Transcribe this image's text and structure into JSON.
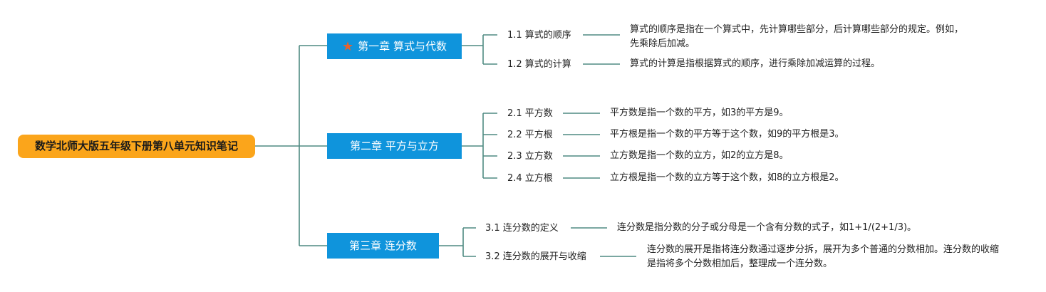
{
  "root": {
    "title": "数学北师大版五年级下册第八单元知识笔记"
  },
  "chapters": [
    {
      "title": "第一章 算式与代数",
      "icon": "star-icon",
      "topics": [
        {
          "label": "1.1 算式的顺序",
          "desc": "算式的顺序是指在一个算式中，先计算哪些部分，后计算哪些部分的规定。例如，先乘除后加减。"
        },
        {
          "label": "1.2 算式的计算",
          "desc": "算式的计算是指根据算式的顺序，进行乘除加减运算的过程。"
        }
      ]
    },
    {
      "title": "第二章 平方与立方",
      "topics": [
        {
          "label": "2.1 平方数",
          "desc": "平方数是指一个数的平方，如3的平方是9。"
        },
        {
          "label": "2.2 平方根",
          "desc": "平方根是指一个数的平方等于这个数，如9的平方根是3。"
        },
        {
          "label": "2.3 立方数",
          "desc": "立方数是指一个数的立方，如2的立方是8。"
        },
        {
          "label": "2.4 立方根",
          "desc": "立方根是指一个数的立方等于这个数，如8的立方根是2。"
        }
      ]
    },
    {
      "title": "第三章 连分数",
      "topics": [
        {
          "label": "3.1 连分数的定义",
          "desc": "连分数是指分数的分子或分母是一个含有分数的式子，如1+1/(2+1/3)。"
        },
        {
          "label": "3.2 连分数的展开与收缩",
          "desc": "连分数的展开是指将连分数通过逐步分拆，展开为多个普通的分数相加。连分数的收缩是指将多个分数相加后，整理成一个连分数。"
        }
      ]
    }
  ],
  "colors": {
    "root": "#fba51b",
    "chapter": "#0f94dc",
    "line": "#4f8a82",
    "star": "#e8622c"
  }
}
